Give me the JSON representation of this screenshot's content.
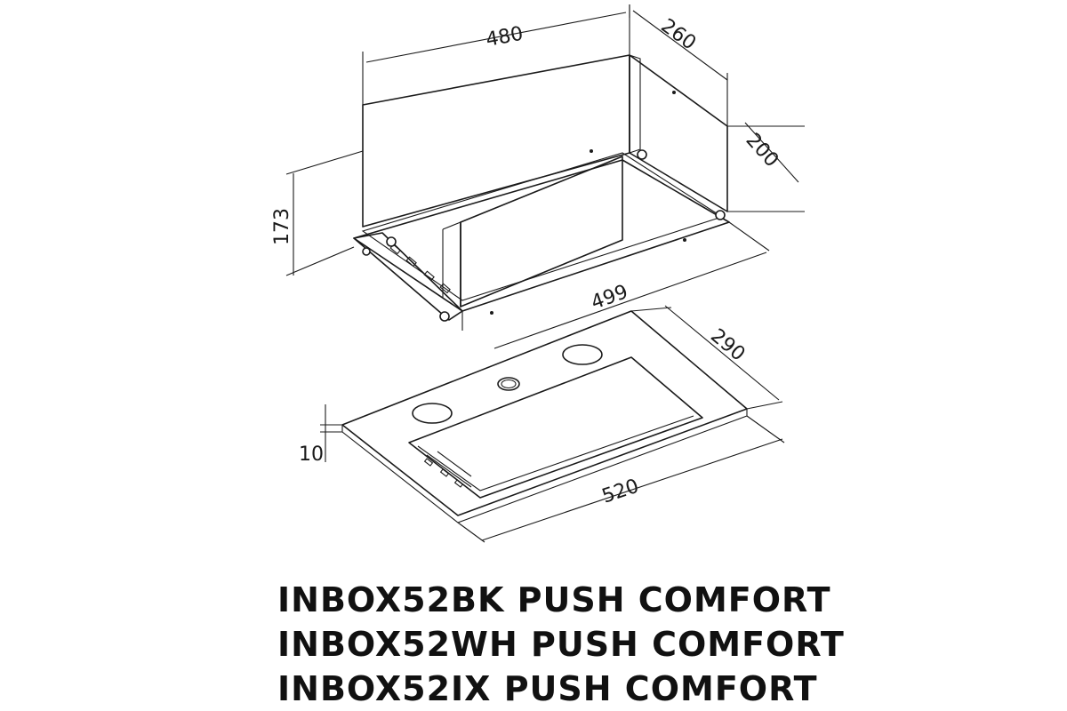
{
  "dimensions": {
    "top_width": "480",
    "top_depth": "260",
    "side_depth": "200",
    "height": "173",
    "body_width": "499",
    "panel_depth": "290",
    "panel_thickness": "10",
    "panel_width": "520"
  },
  "models": [
    "INBOX52BK PUSH COMFORT",
    "INBOX52WH PUSH COMFORT",
    "INBOX52IX PUSH COMFORT"
  ]
}
